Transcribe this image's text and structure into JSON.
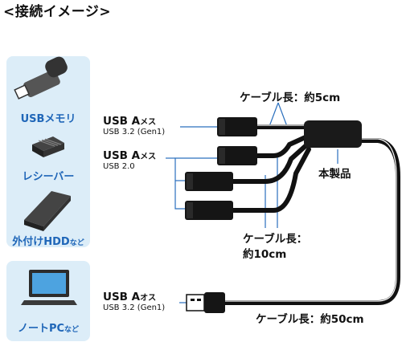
{
  "title": "<接続イメージ>",
  "devices": [
    {
      "label": "USBメモリ",
      "suffix": "",
      "icon": "usb-memory-icon"
    },
    {
      "label": "レシーバー",
      "suffix": "",
      "icon": "receiver-icon"
    },
    {
      "label": "外付けHDD",
      "suffix": "など",
      "icon": "external-hdd-icon"
    },
    {
      "label": "ノートPC",
      "suffix": "など",
      "icon": "laptop-icon"
    }
  ],
  "ports": [
    {
      "main": "USB A",
      "suffix": "メス",
      "sub": "USB 3.2 (Gen1)"
    },
    {
      "main": "USB A",
      "suffix": "メス",
      "sub": "USB 2.0"
    },
    {
      "main": "USB A",
      "suffix": "オス",
      "sub": "USB 3.2 (Gen1)"
    }
  ],
  "cables": {
    "short": "ケーブル長：約5cm",
    "medium_line1": "ケーブル長：",
    "medium_line2": "約10cm",
    "long": "ケーブル長：約50cm"
  },
  "product_label": "本製品",
  "colors": {
    "panel": "#dcedf8",
    "label_blue": "#1f66b8",
    "cable": "#111111",
    "line": "#2a6fbd"
  }
}
